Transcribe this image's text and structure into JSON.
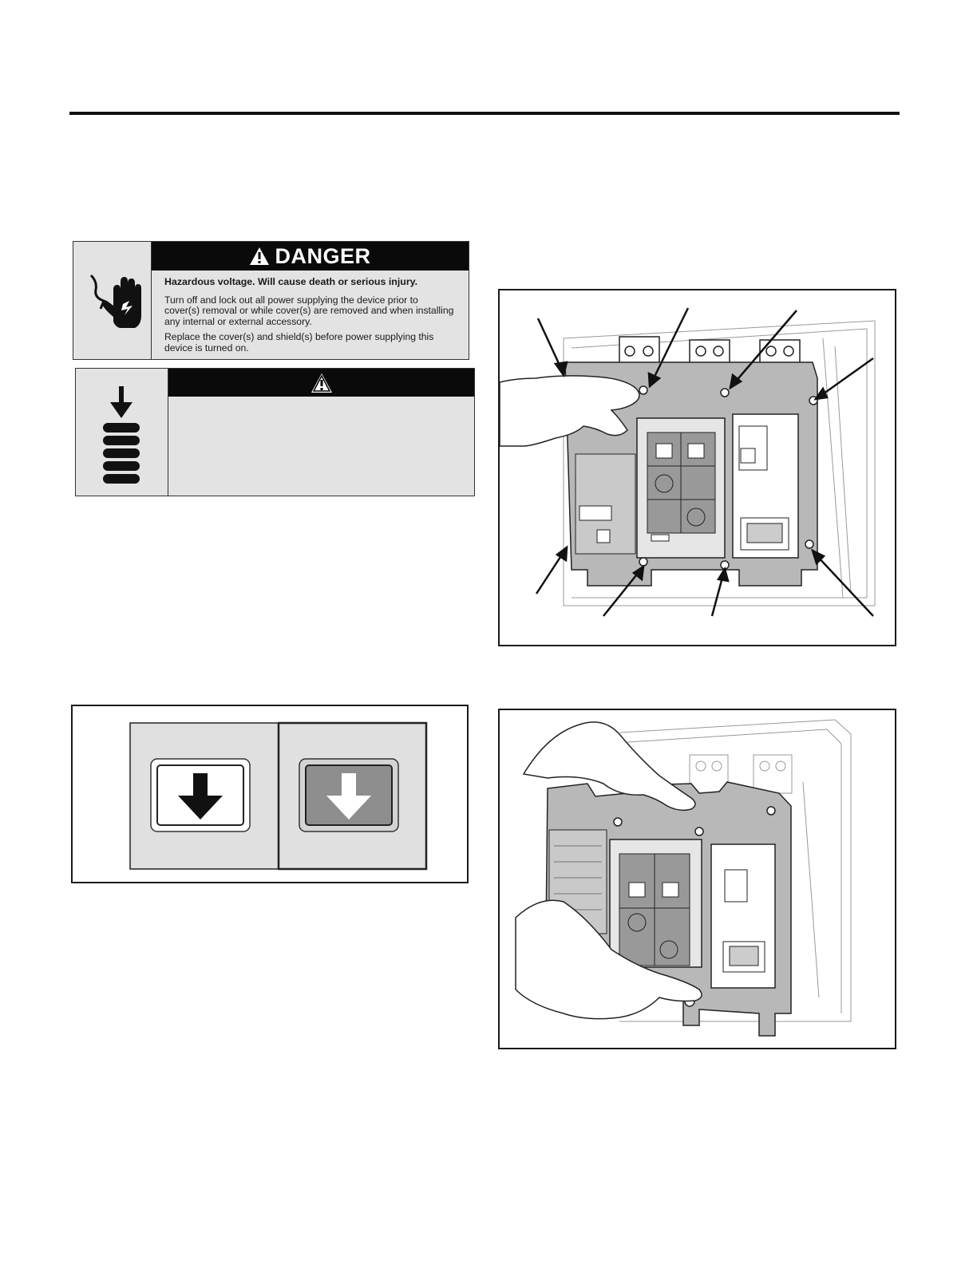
{
  "danger_label": {
    "signal_word": "DANGER",
    "lead": "Hazardous voltage. Will cause death or serious injury.",
    "paragraphs": [
      "Turn off and lock out all power supplying the device prior to cover(s) removal or while cover(s) are removed and when installing any internal or external accessory.",
      "Replace the cover(s) and shield(s) before power supplying this device is turned on."
    ],
    "icon": "electric-shock-hand-icon"
  },
  "warning_label": {
    "icon": "compressed-spring-icon",
    "header_icon": "warning-triangle-icon"
  },
  "figures": {
    "indicator": {
      "icons": [
        "arrow-down-icon",
        "arrow-down-outline-icon"
      ]
    },
    "cover_screws": {
      "icon": "breaker-cover-illustration"
    },
    "cover_removal": {
      "icon": "hands-removing-cover-illustration"
    }
  }
}
